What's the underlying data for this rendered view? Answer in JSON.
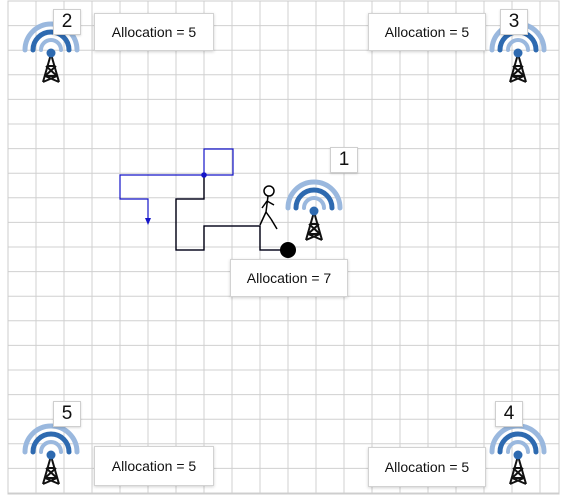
{
  "towers": [
    {
      "number": "1",
      "allocation": "Allocation = 7"
    },
    {
      "number": "2",
      "allocation": "Allocation = 5"
    },
    {
      "number": "3",
      "allocation": "Allocation = 5"
    },
    {
      "number": "4",
      "allocation": "Allocation = 5"
    },
    {
      "number": "5",
      "allocation": "Allocation = 5"
    }
  ],
  "colors": {
    "grid_line": "#d0d0d0",
    "grid_border": "#cccccc",
    "signal_blue": "#2e6ab0",
    "signal_arc_light": "#9ab8de",
    "tower_dot": "#2e6ab0",
    "past_path": "#1414c8",
    "future_path": "#000000"
  },
  "icons": {
    "tower": "radio-tower-icon",
    "pedestrian": "walking-person-icon",
    "position_marker": "current-position-dot-icon"
  }
}
